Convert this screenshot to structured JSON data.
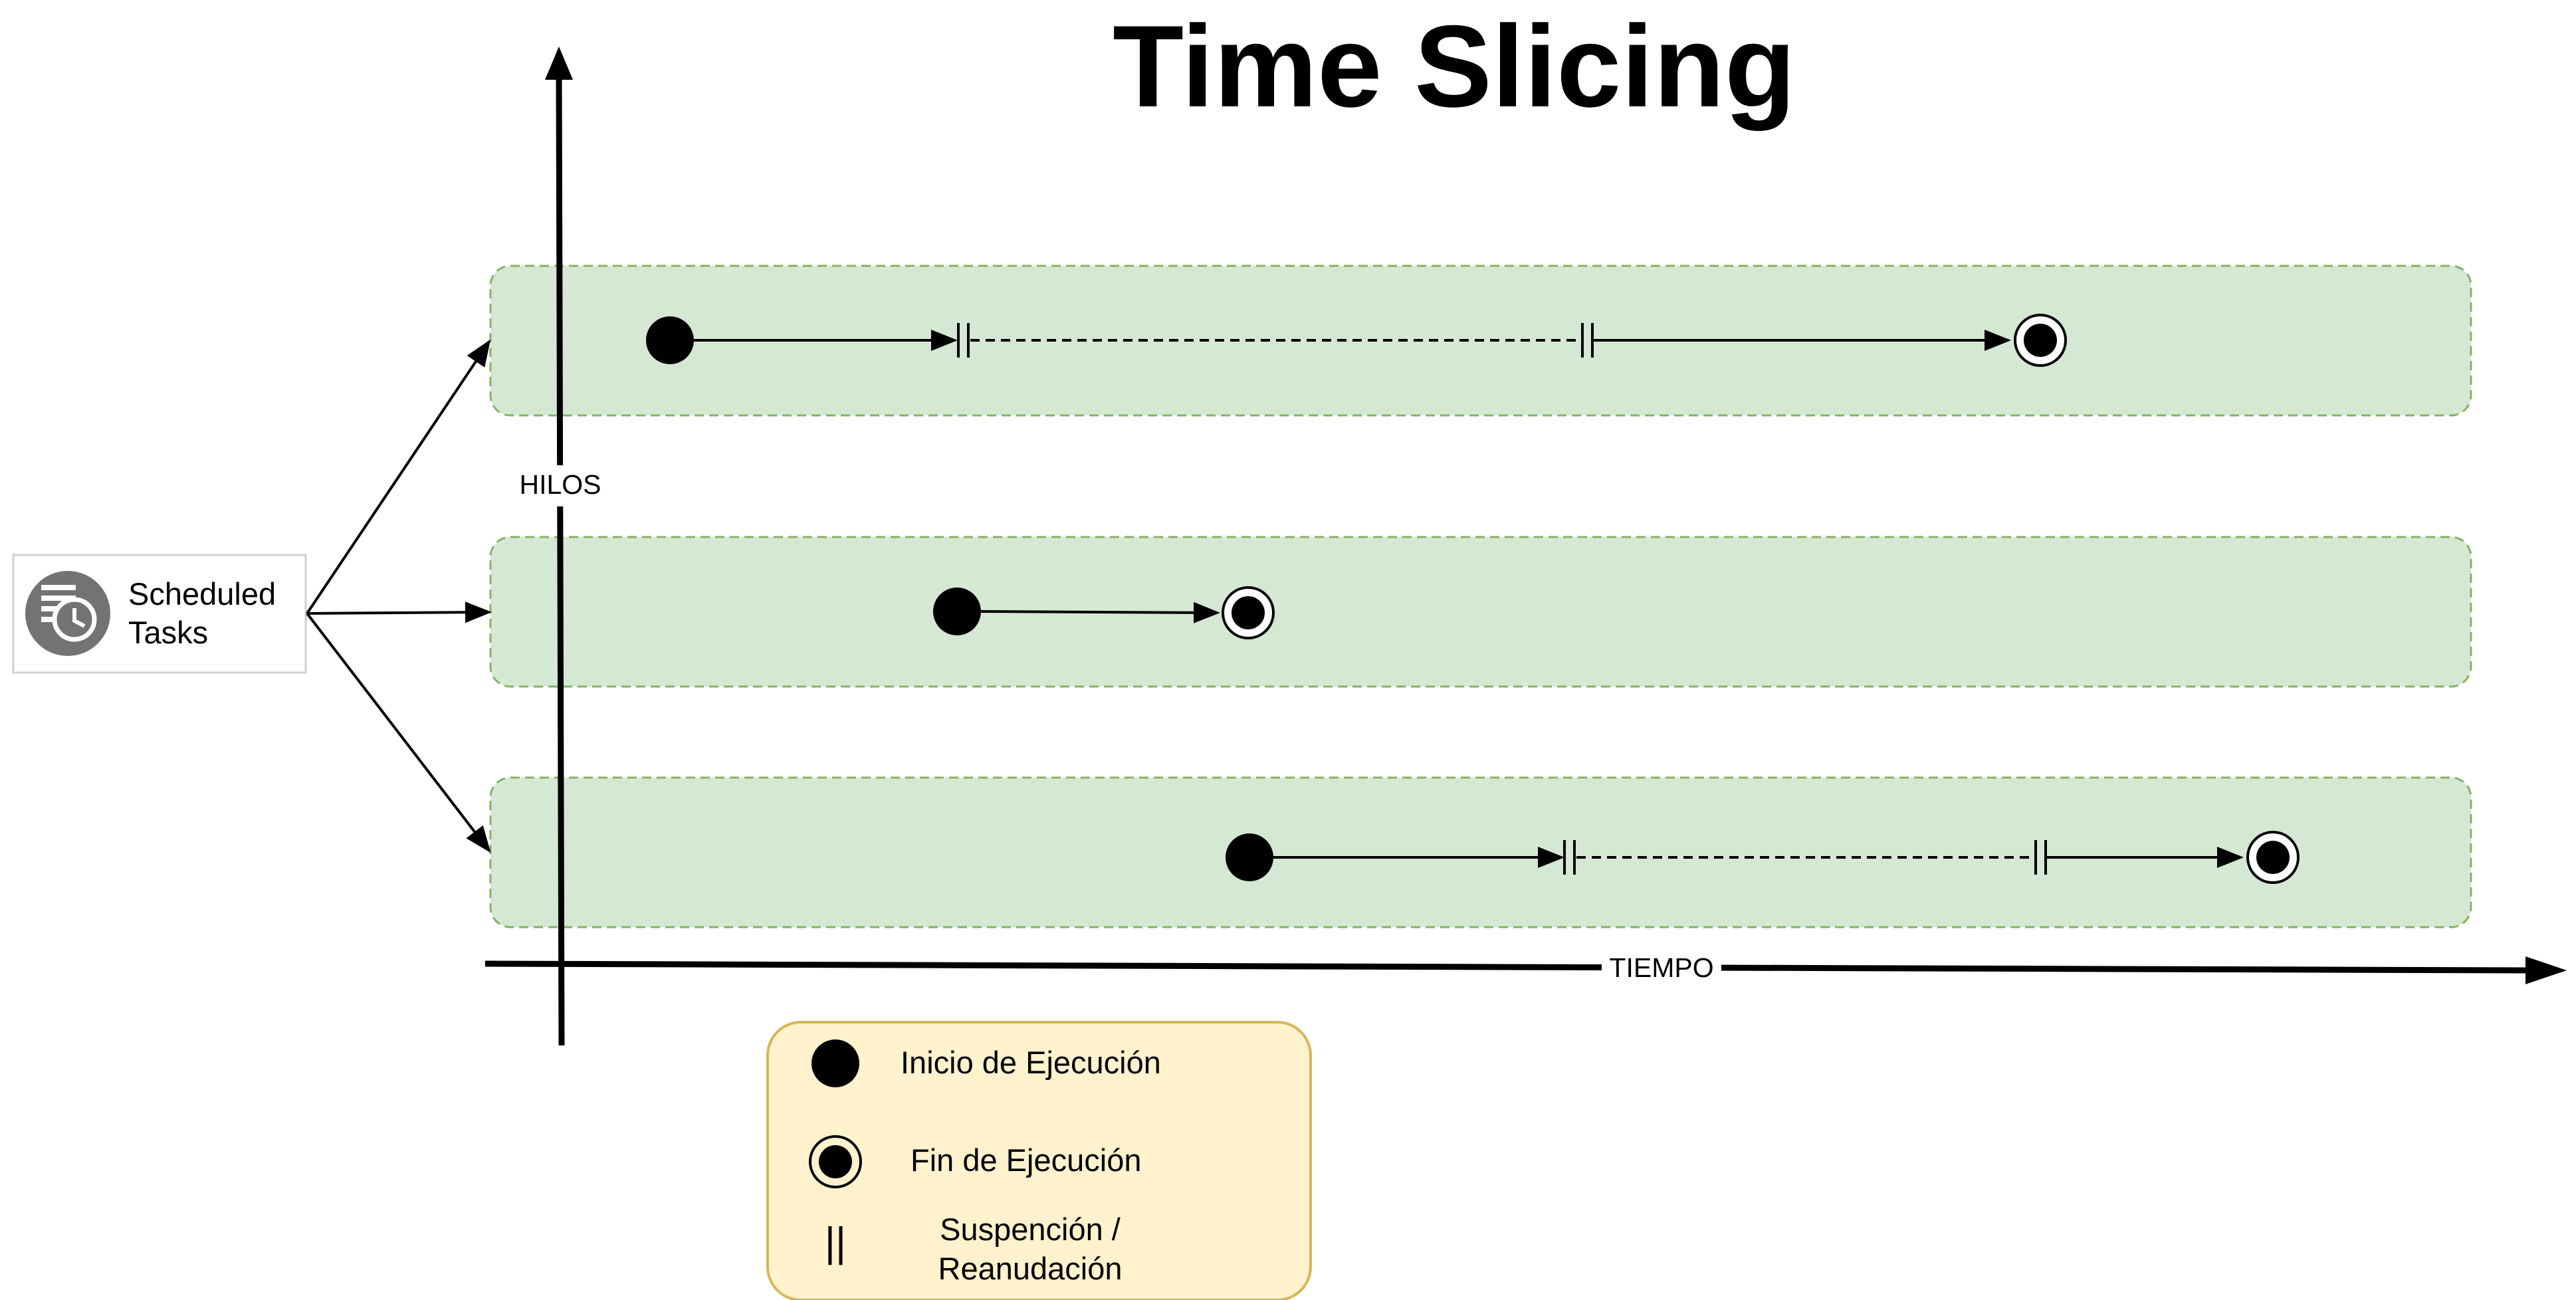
{
  "title": "Time Slicing",
  "source": {
    "label_line1": "Scheduled",
    "label_line2": "Tasks",
    "icon": "scheduled-tasks-icon"
  },
  "axes": {
    "y_label": "HILOS",
    "x_label": "TIEMPO"
  },
  "lanes": [
    {
      "events": [
        "start",
        "suspend",
        "resume",
        "end"
      ]
    },
    {
      "events": [
        "start",
        "end"
      ]
    },
    {
      "events": [
        "start",
        "suspend",
        "resume",
        "end"
      ]
    }
  ],
  "legend": {
    "start_label": "Inicio de Ejecución",
    "end_label": "Fin de Ejecución",
    "pause_label_line1": "Suspención /",
    "pause_label_line2": "Reanudación",
    "pause_glyph": "||"
  },
  "colors": {
    "lane_fill": "#d5e8d4",
    "lane_border": "#82b366",
    "legend_fill": "#fff2cc",
    "legend_border": "#d6b656",
    "icon_fill": "#737373"
  }
}
